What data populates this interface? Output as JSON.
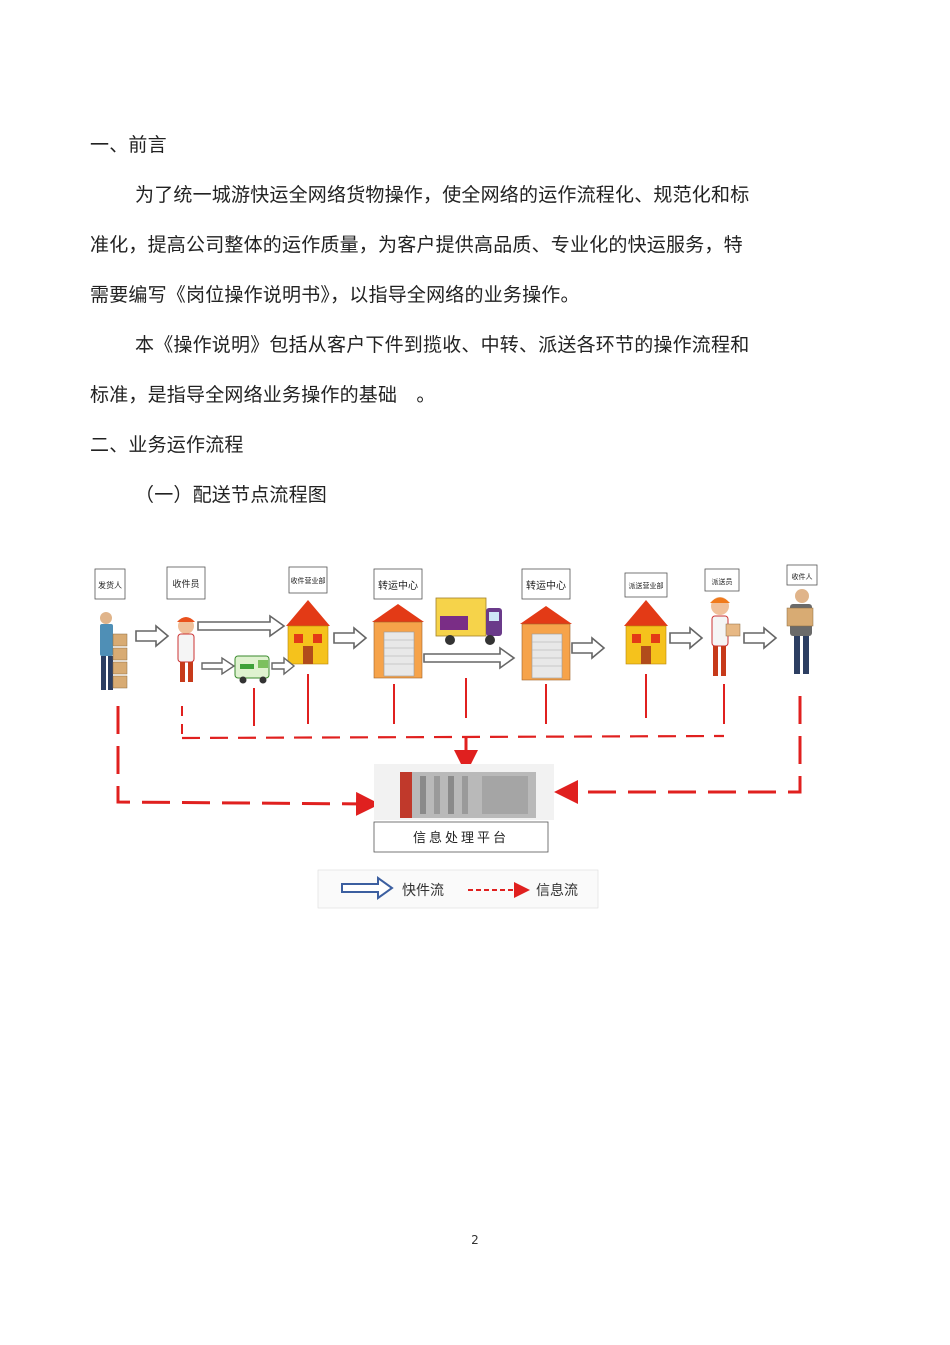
{
  "text": {
    "h1": "一、前言",
    "p1_l1": "为了统一城游快运全网络货物操作，使全网络的运作流程化、规范化和标",
    "p1_l2": "准化，提高公司整体的运作质量，为客户提供高品质、专业化的快运服务，特",
    "p1_l3": "需要编写《岗位操作说明书》，以指导全网络的业务操作。",
    "p2_l1": "本《操作说明》包括从客户下件到揽收、中转、派送各环节的操作流程和",
    "p2_l2": "标准，是指导全网络业务操作的基础　。",
    "h2": "二、业务运作流程",
    "h3": "（一）配送节点流程图"
  },
  "diagram": {
    "nodes": [
      "发货人",
      "收件员",
      "收件营业部",
      "转运中心",
      "转运中心",
      "派送营业部",
      "派送员",
      "收件人"
    ],
    "platform": "信息处理平台",
    "legend": {
      "express": "快件流",
      "info": "信息流"
    },
    "colors": {
      "info_arrow": "#e0201f",
      "express_arrow_fill": "#ffffff",
      "express_arrow_stroke": "#666666",
      "legend_arrow": "#3c5fa0",
      "house_roof": "#e33a16",
      "house_wall": "#f5c21c",
      "truck_cargo": "#f6d34a"
    }
  },
  "page_number": "2"
}
